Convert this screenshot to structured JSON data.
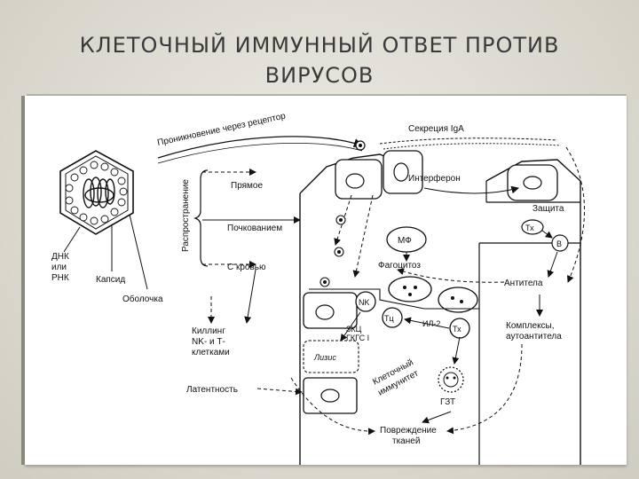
{
  "slide": {
    "title_line1": "КЛЕТОЧНЫЙ ИММУННЫЙ ОТВЕТ ПРОТИВ",
    "title_line2": "ВИРУСОВ"
  },
  "diagram": {
    "penetration": "Проникновение через рецептор",
    "iga": "Секреция IgA",
    "spread": "Распространение",
    "direct": "Прямое",
    "budding": "Почкованием",
    "blood": "С кровью",
    "interferon": "Интерферон",
    "protection": "Защита",
    "th": "Тх",
    "b": "В",
    "mf": "МФ",
    "phagocytosis": "Фагоцитоз",
    "antibodies": "Антитела",
    "nk": "NK",
    "tc": "Тц",
    "il2": "ИЛ-2",
    "th2": "Тх",
    "complexes1": "Комплексы,",
    "complexes2": "аутоантитела",
    "dna1": "ДНК",
    "dna2": "или",
    "dna3": "РНК",
    "capsid": "Капсид",
    "envelope": "Оболочка",
    "killing1": "Киллинг",
    "killing2": "NK- и Т-",
    "killing3": "клетками",
    "adcc": "ЗКЦ",
    "gkts": "ГКГС I",
    "lysis": "Лизис",
    "cellular1": "Клеточный",
    "cellular2": "иммунитет",
    "dth": "ГЗТ",
    "latency": "Латентность",
    "damage1": "Повреждение",
    "damage2": "тканей"
  }
}
